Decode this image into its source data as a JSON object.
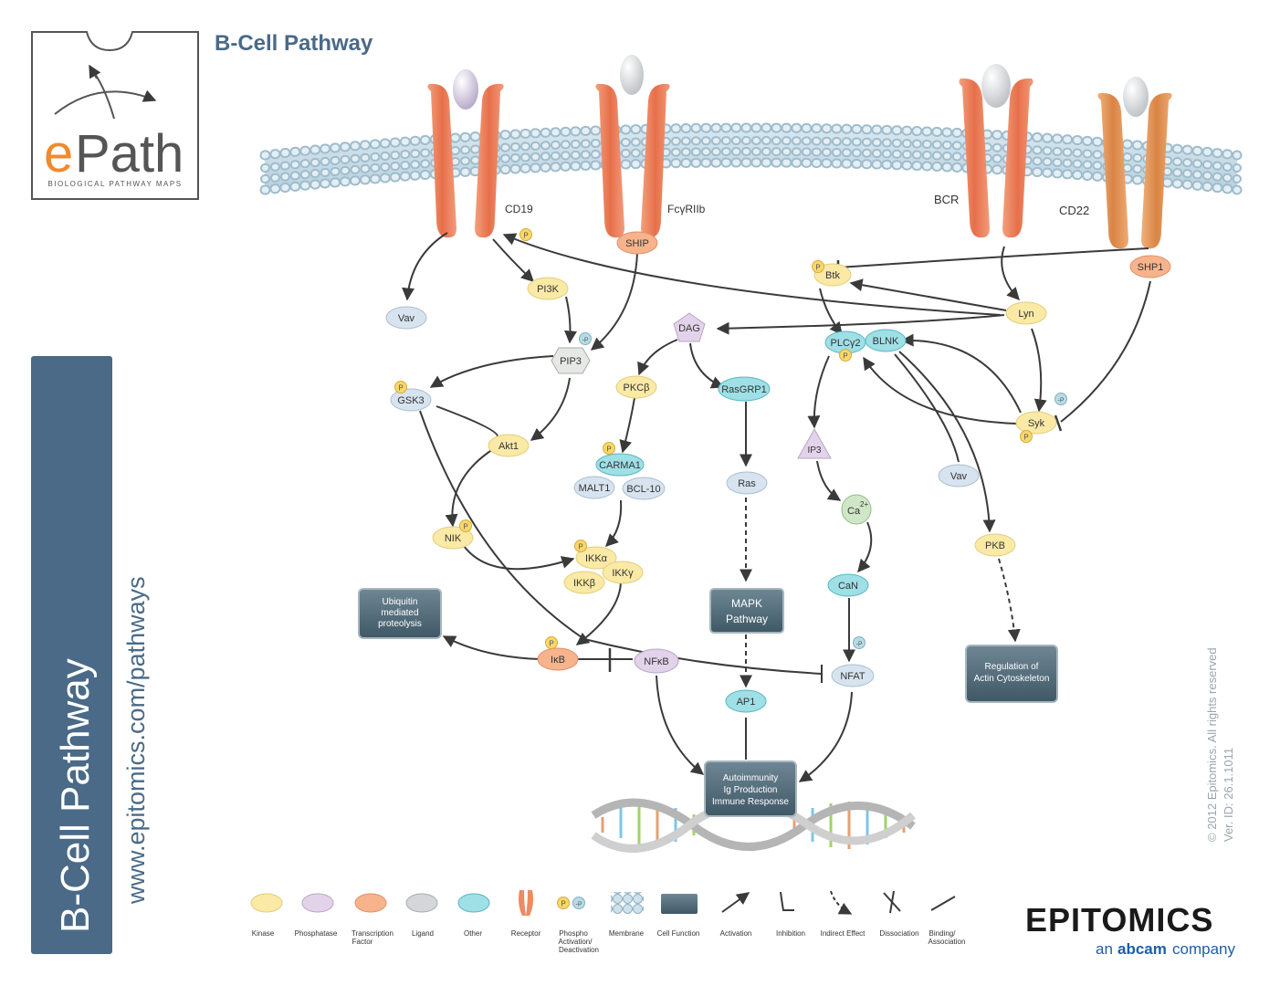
{
  "title": "B-Cell Pathway",
  "logo": {
    "main": "ePath",
    "sub": "BIOLOGICAL PATHWAY MAPS"
  },
  "sidebar": {
    "title": "B-Cell Pathway",
    "url": "www.epitomics.com/pathways"
  },
  "copyright": {
    "line1": "© 2012 Epitomics. All rights reserved",
    "line2": "Ver. ID: 26.1.1011"
  },
  "colors": {
    "kinase": "#fbe9a6",
    "phosphatase": "#e3d3ea",
    "transcription_factor": "#f7b48c",
    "ligand": "#d4d6d8",
    "other": "#9fdfe6",
    "receptor": "#ef8a62",
    "cell_function": "#4d6878",
    "sidebar": "#4a6a87",
    "title": "#4a6a87"
  },
  "receptors": {
    "cd19": "CD19",
    "fcgr": "FcγRIIb",
    "bcr": "BCR",
    "cd22": "CD22"
  },
  "nodes": {
    "ship": "SHIP",
    "shp1": "SHP1",
    "btk": "Btk",
    "lyn": "Lyn",
    "pi3k": "PI3K",
    "vav1": "Vav",
    "dag": "DAG",
    "plcg2": "PLCγ2",
    "blnk": "BLNK",
    "pip3": "PIP3",
    "gsk3": "GSK3",
    "pkcb": "PKCβ",
    "rasgrp1": "RasGRP1",
    "syk": "Syk",
    "akt1": "Akt1",
    "carma1": "CARMA1",
    "malt1": "MALT1",
    "bcl10": "BCL-10",
    "ras": "Ras",
    "ip3": "IP3",
    "vav2": "Vav",
    "nik": "NIK",
    "ikka": "IKKα",
    "ikkg": "IKKγ",
    "ikkb": "IKKβ",
    "ca": "Ca",
    "ca_sup": "2+",
    "pkb": "PKB",
    "can": "CaN",
    "ikb": "IκB",
    "nfkb": "NFκB",
    "nfat": "NFAT",
    "ap1": "AP1",
    "p": "P",
    "mp": "-P"
  },
  "boxes": {
    "ubiquitin": [
      "Ubiquitin",
      "mediated",
      "proteolysis"
    ],
    "mapk": [
      "MAPK",
      "Pathway"
    ],
    "actin": [
      "Regulation of",
      "Actin Cytoskeleton"
    ],
    "output": [
      "Autoimmunity",
      "Ig Production",
      "Immune Response"
    ]
  },
  "legend": [
    {
      "icon": "kinase",
      "label": [
        "Kinase"
      ]
    },
    {
      "icon": "phosphatase",
      "label": [
        "Phosphatase"
      ]
    },
    {
      "icon": "transcription-factor",
      "label": [
        "Transcription",
        "Factor"
      ]
    },
    {
      "icon": "ligand",
      "label": [
        "Ligand"
      ]
    },
    {
      "icon": "other",
      "label": [
        "Other"
      ]
    },
    {
      "icon": "receptor",
      "label": [
        "Receptor"
      ]
    },
    {
      "icon": "phospho",
      "label": [
        "Phospho",
        "Activation/",
        "Deactivation"
      ]
    },
    {
      "icon": "membrane",
      "label": [
        "Membrane"
      ]
    },
    {
      "icon": "cell-function",
      "label": [
        "Cell Function"
      ]
    },
    {
      "icon": "activation",
      "label": [
        "Activation"
      ]
    },
    {
      "icon": "inhibition",
      "label": [
        "Inhibition"
      ]
    },
    {
      "icon": "indirect-effect",
      "label": [
        "Indirect Effect"
      ]
    },
    {
      "icon": "dissociation",
      "label": [
        "Dissociation"
      ]
    },
    {
      "icon": "binding",
      "label": [
        "Binding/",
        "Association"
      ]
    }
  ],
  "company": {
    "name": "EPITOMICS",
    "tagline_pre": "an",
    "tagline_brand": "abcam",
    "tagline_post": "company"
  }
}
